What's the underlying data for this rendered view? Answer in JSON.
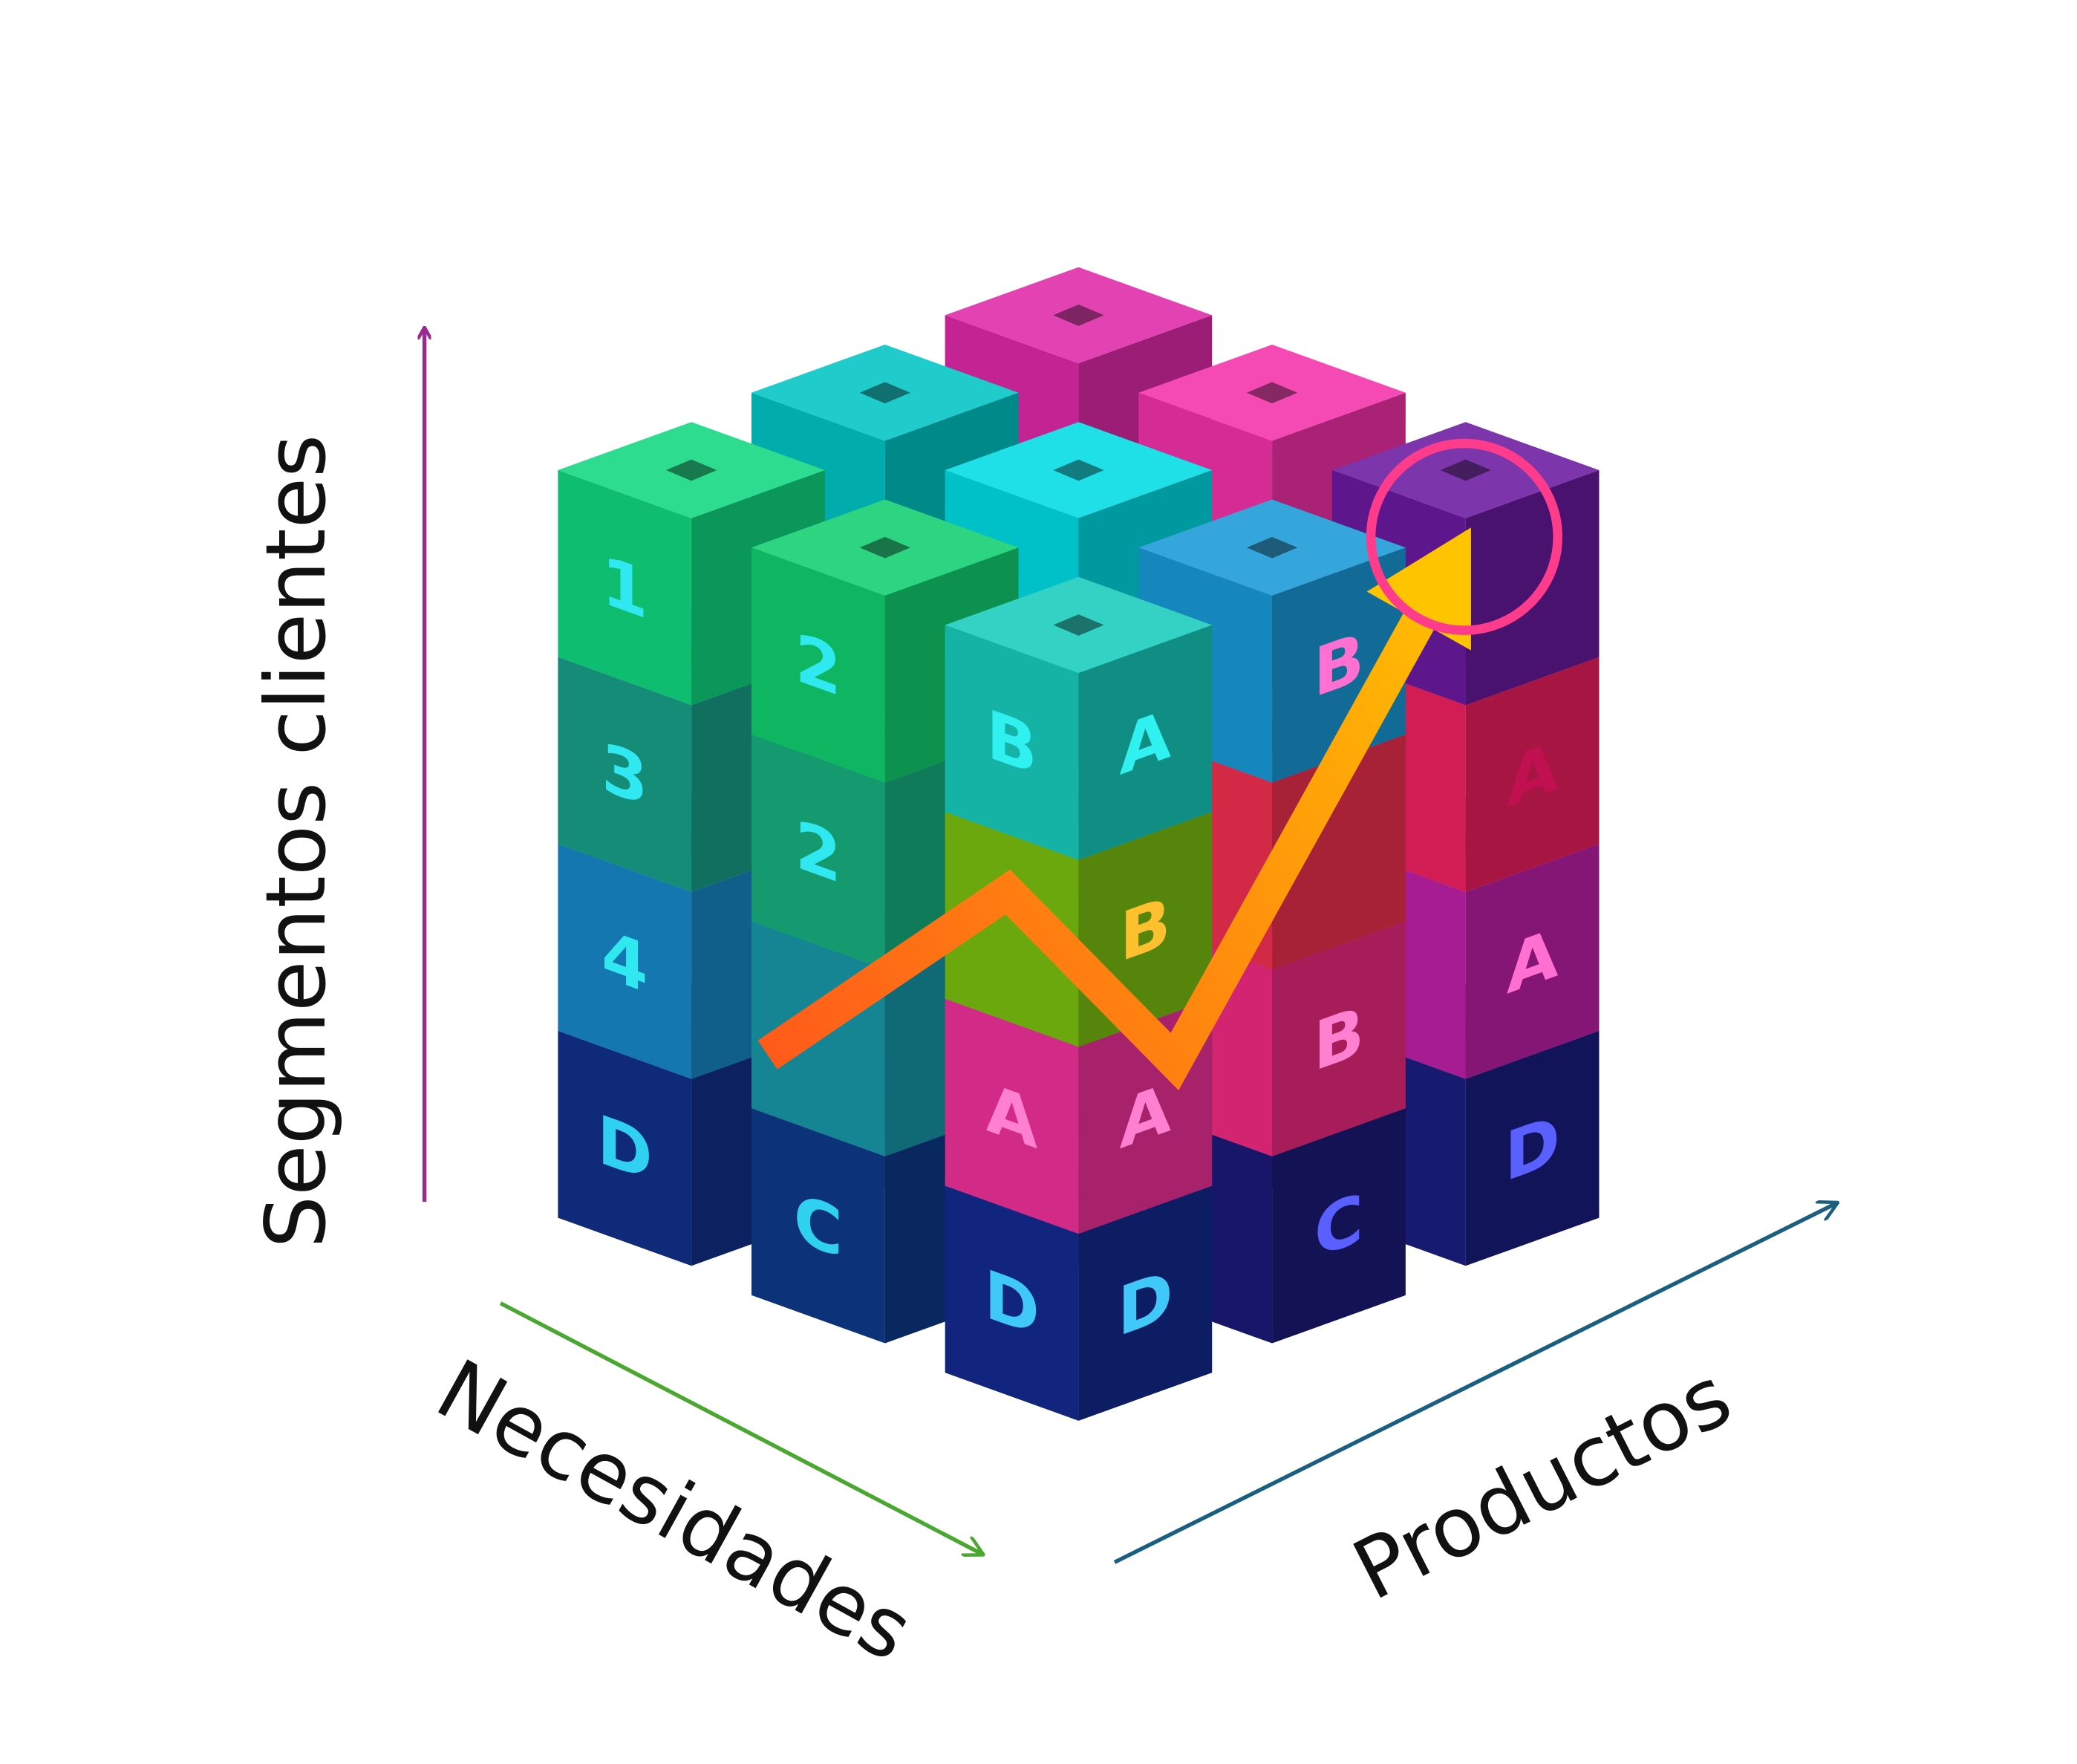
{
  "axes": {
    "vertical": {
      "label": "Segmentos clientes",
      "color": "#9b2a8f"
    },
    "left": {
      "label": "Necesidades",
      "color": "#4aa830"
    },
    "right": {
      "label": "Productos",
      "color": "#1a5f80"
    }
  },
  "trend": {
    "colors": [
      "#ff5a1a",
      "#ffc400"
    ],
    "highlight_color": "#ff3c8c"
  },
  "default_cube_color": "#3a1a70",
  "cubes": [
    {
      "layer": 3,
      "row": 0,
      "col": 2,
      "color": "#e02aa8"
    },
    {
      "layer": 3,
      "row": 0,
      "col": 1,
      "color": "#00c4c4"
    },
    {
      "layer": 3,
      "row": 1,
      "col": 2,
      "color": "#f432aa"
    },
    {
      "layer": 3,
      "row": 0,
      "col": 0,
      "color": "#10d880",
      "left_label": "1",
      "label_color": "#30e8f0"
    },
    {
      "layer": 3,
      "row": 1,
      "col": 1,
      "color": "#00dce4"
    },
    {
      "layer": 3,
      "row": 2,
      "col": 2,
      "color": "#6a1aa0"
    },
    {
      "layer": 3,
      "row": 1,
      "col": 0,
      "color": "#12d070",
      "left_label": "2",
      "label_color": "#30e8f0"
    },
    {
      "layer": 3,
      "row": 2,
      "col": 1,
      "color": "#1a9ad8",
      "right_label": "B",
      "label_color": "#ff70d0"
    },
    {
      "layer": 3,
      "row": 2,
      "col": 0,
      "color": "#18ccbc",
      "left_label": "B",
      "right_label": "A",
      "label_color": "#30f0f0"
    },
    {
      "layer": 2,
      "row": 0,
      "col": 0,
      "color": "#18a088",
      "left_label": "3",
      "label_color": "#30e8f0"
    },
    {
      "layer": 2,
      "row": 1,
      "col": 0,
      "color": "#18b080",
      "left_label": "2",
      "label_color": "#30e8f0"
    },
    {
      "layer": 2,
      "row": 2,
      "col": 0,
      "color": "#7ac010",
      "right_label": "B",
      "label_color": "#ffc030"
    },
    {
      "layer": 2,
      "row": 2,
      "col": 1,
      "color": "#f03050"
    },
    {
      "layer": 2,
      "row": 2,
      "col": 2,
      "color": "#f02060",
      "right_label": "A",
      "label_color": "#c01050"
    },
    {
      "layer": 2,
      "row": 0,
      "col": 1,
      "color": "#1890a0"
    },
    {
      "layer": 2,
      "row": 0,
      "col": 2,
      "color": "#c02090"
    },
    {
      "layer": 2,
      "row": 1,
      "col": 1,
      "color": "#e03040"
    },
    {
      "layer": 2,
      "row": 1,
      "col": 2,
      "color": "#e02a70"
    },
    {
      "layer": 1,
      "row": 0,
      "col": 0,
      "color": "#1888c8",
      "left_label": "4",
      "label_color": "#30e8f0"
    },
    {
      "layer": 1,
      "row": 1,
      "col": 0,
      "color": "#1898a8"
    },
    {
      "layer": 1,
      "row": 2,
      "col": 0,
      "color": "#f0309a",
      "left_label": "A",
      "right_label": "A",
      "label_color": "#ff80d0"
    },
    {
      "layer": 1,
      "row": 2,
      "col": 1,
      "color": "#f02a80",
      "right_label": "B",
      "label_color": "#ff80d0"
    },
    {
      "layer": 1,
      "row": 2,
      "col": 2,
      "color": "#c020a8",
      "right_label": "A",
      "label_color": "#ff70d0"
    },
    {
      "layer": 0,
      "row": 0,
      "col": 0,
      "color": "#10308a",
      "left_label": "D",
      "label_color": "#30d0f0"
    },
    {
      "layer": 0,
      "row": 1,
      "col": 0,
      "color": "#0e3a8a",
      "left_label": "C",
      "label_color": "#30d0f0"
    },
    {
      "layer": 0,
      "row": 2,
      "col": 0,
      "color": "#142a90",
      "left_label": "D",
      "right_label": "D",
      "label_color": "#40c8f8"
    },
    {
      "layer": 0,
      "row": 2,
      "col": 1,
      "color": "#1c1a7a",
      "right_label": "C",
      "label_color": "#5a60ff"
    },
    {
      "layer": 0,
      "row": 2,
      "col": 2,
      "color": "#1a1e80",
      "right_label": "D",
      "label_color": "#5a60ff"
    }
  ]
}
